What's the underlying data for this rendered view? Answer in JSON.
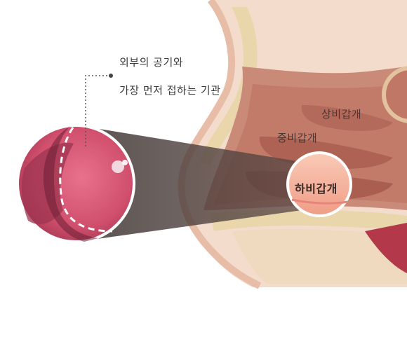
{
  "callout": {
    "line1": "외부의 공기와",
    "line2": "가장 먼저 접하는 기관"
  },
  "labels": {
    "superior": "상비갑개",
    "middle": "중비갑개",
    "inferior": "하비갑개"
  },
  "colors": {
    "skin": "#f3d3c3",
    "bone": "#e6d2a8",
    "cavity": "#b5675a",
    "concha": "#c17b6b",
    "mucosa": "#d75a77",
    "beam": "#4a3f3d",
    "highlight": "#f7b7a3"
  }
}
